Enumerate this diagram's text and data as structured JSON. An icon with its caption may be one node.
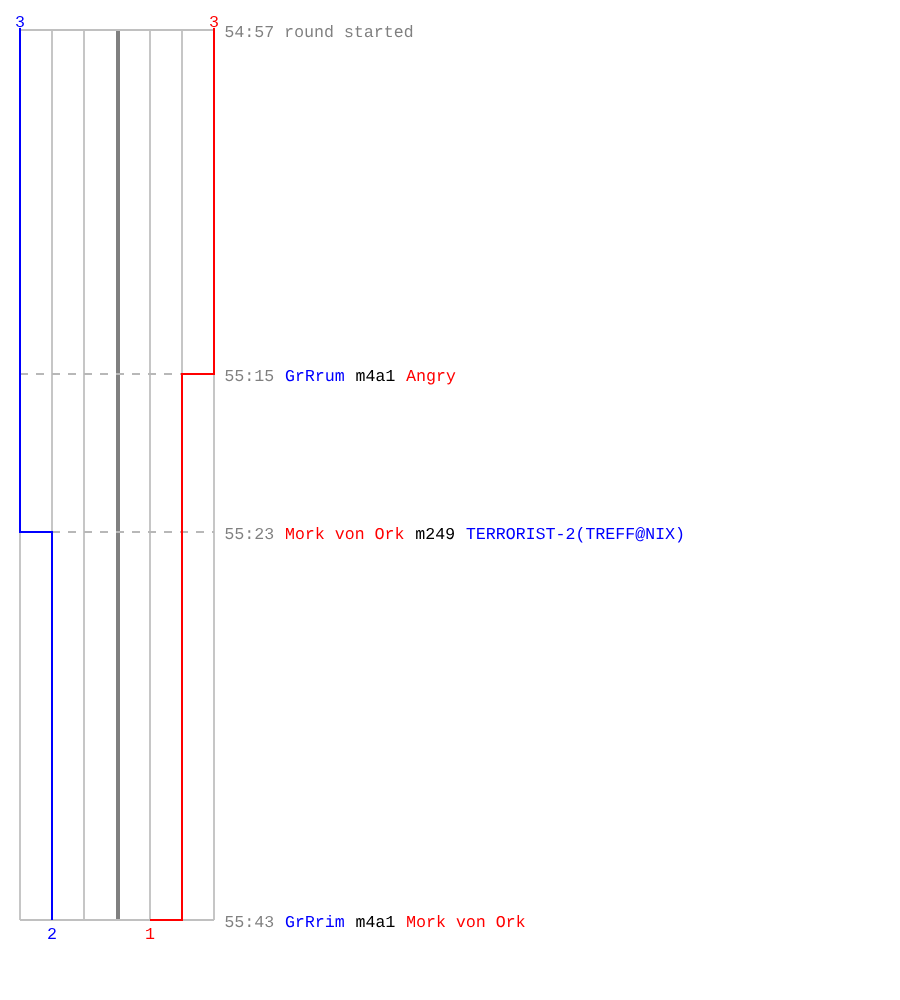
{
  "diagram": {
    "labels": [
      "3",
      "3",
      "54:57 round started",
      "55:15",
      "GrRrum",
      "m4a1",
      "Angry",
      "55:23",
      "Mork von Ork",
      "m249",
      "TERRORIST-2(TREFF@NIX)",
      "2",
      "1",
      "55:43",
      "GrRrim",
      "m4a1",
      "Mork von Ork"
    ]
  }
}
